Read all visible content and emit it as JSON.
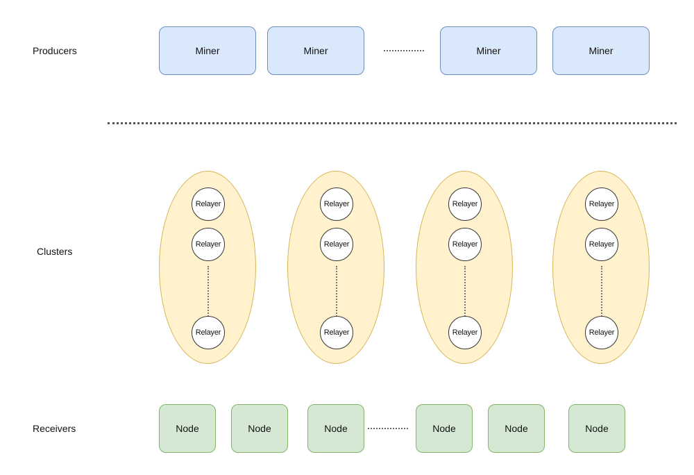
{
  "labels": {
    "producers": "Producers",
    "clusters": "Clusters",
    "receivers": "Receivers"
  },
  "producers": {
    "items": [
      "Miner",
      "Miner",
      "Miner",
      "Miner"
    ]
  },
  "clusters": {
    "relayer_label": "Relayer",
    "items": [
      {
        "relayers": [
          "Relayer",
          "Relayer",
          "Relayer"
        ]
      },
      {
        "relayers": [
          "Relayer",
          "Relayer",
          "Relayer"
        ]
      },
      {
        "relayers": [
          "Relayer",
          "Relayer",
          "Relayer"
        ]
      },
      {
        "relayers": [
          "Relayer",
          "Relayer",
          "Relayer"
        ]
      }
    ]
  },
  "receivers": {
    "items": [
      "Node",
      "Node",
      "Node",
      "Node",
      "Node",
      "Node"
    ]
  },
  "colors": {
    "miner_fill": "#dae8fc",
    "miner_stroke": "#6c8ebf",
    "cluster_fill": "#fff2cc",
    "cluster_stroke": "#d6b656",
    "node_fill": "#d5e8d4",
    "node_stroke": "#82b366"
  }
}
